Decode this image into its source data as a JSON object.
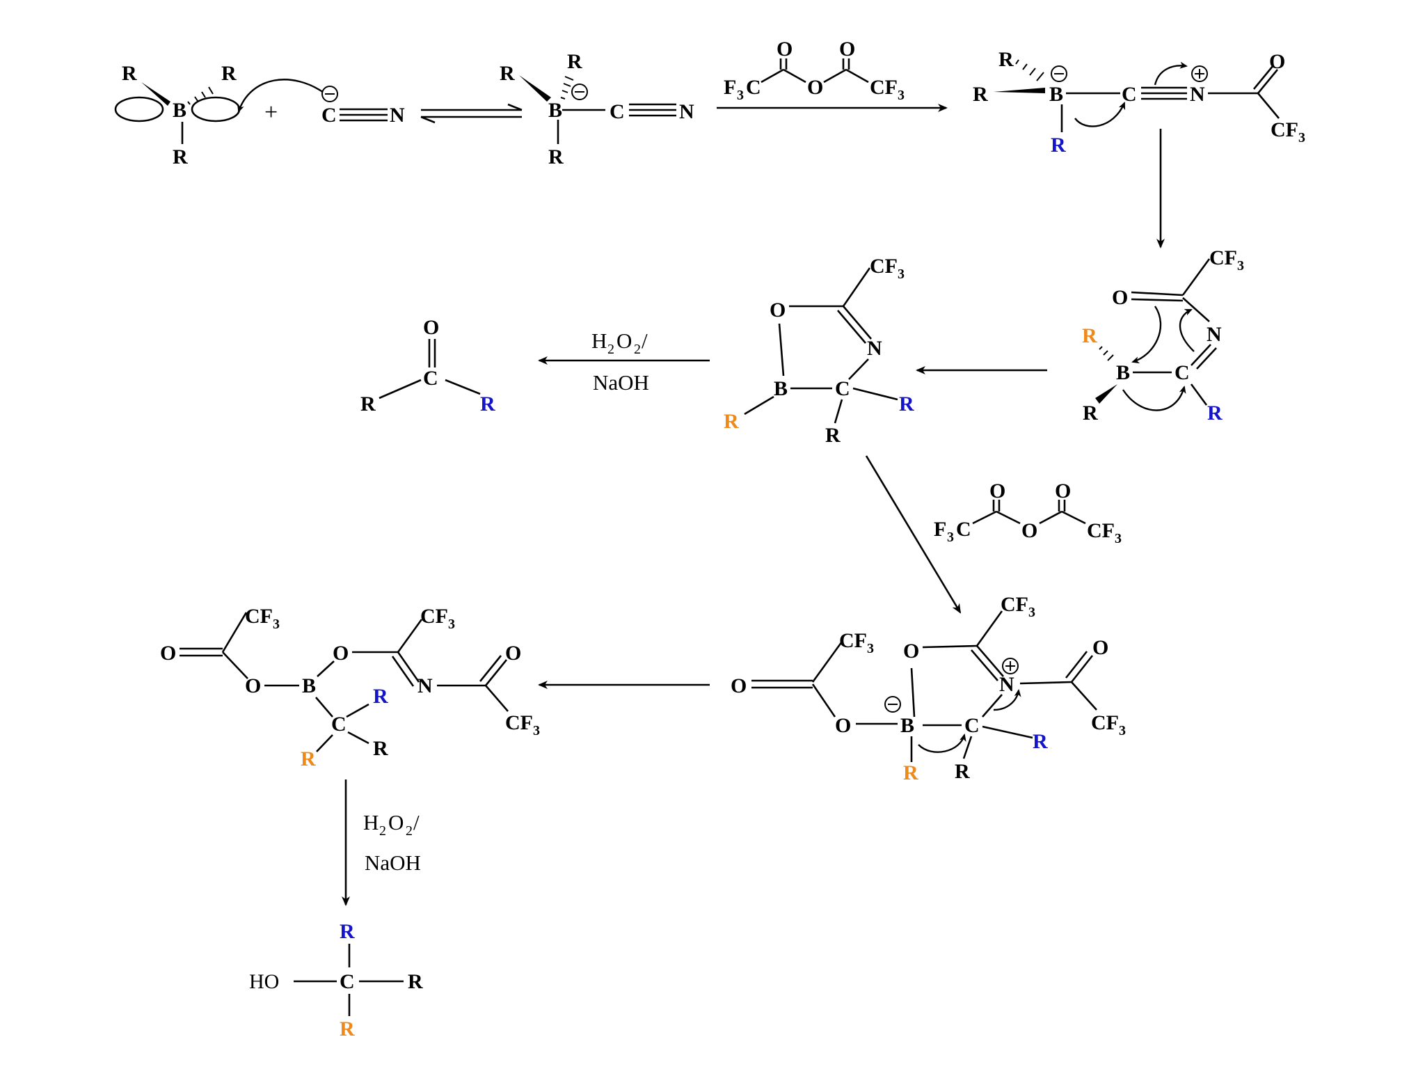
{
  "atoms": {
    "R": "R",
    "B": "B",
    "C": "C",
    "N": "N",
    "O": "O",
    "CF3": "CF",
    "three": "3",
    "F3C_F": "F",
    "F3C_C": "C",
    "HO": "HO",
    "plus": "+",
    "minus": "−",
    "pos": "+"
  },
  "reagents": {
    "h2o2_1": "H",
    "h2o2_2": "2",
    "h2o2_3": "O",
    "h2o2_4": "2",
    "h2o2_slash": " /",
    "naoh": "NaOH"
  },
  "colors": {
    "black": "#000000",
    "blue": "#1414c8",
    "orange": "#ee8a1a"
  }
}
